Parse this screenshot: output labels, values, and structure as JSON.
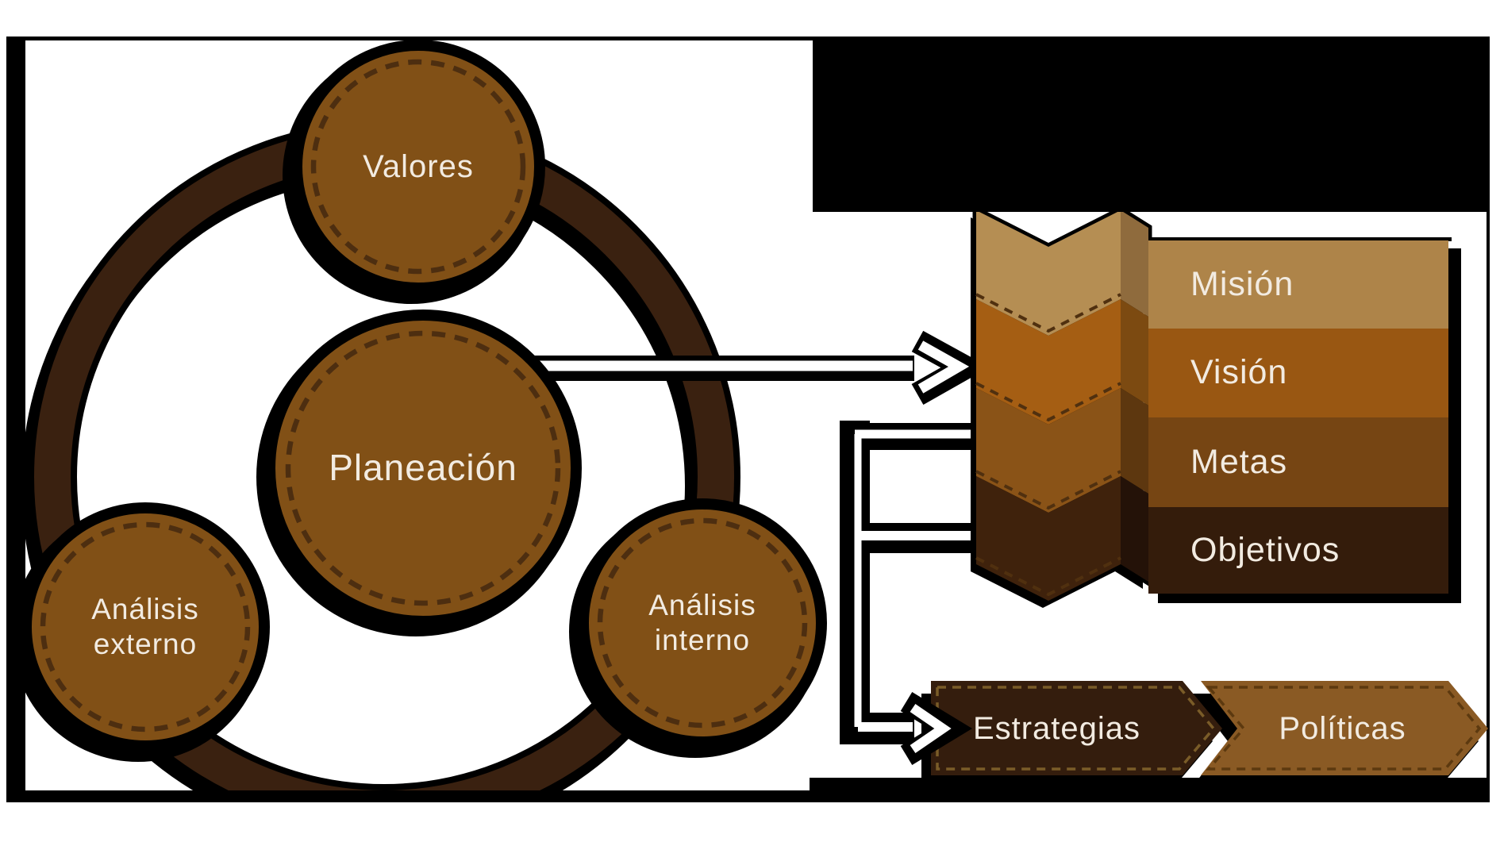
{
  "cycle": {
    "center": {
      "label": "Planeación"
    },
    "top": {
      "label": "Valores"
    },
    "bottom_left": {
      "label": "Análisis externo"
    },
    "bottom_right": {
      "label": "Análisis interno"
    }
  },
  "pillars": [
    {
      "label": "Misión",
      "band_color": "#b58e53",
      "panel_color": "#ae8449",
      "fold_color": "#8f6b3d"
    },
    {
      "label": "Visión",
      "band_color": "#a55e13",
      "panel_color": "#995712",
      "fold_color": "#7c4a11"
    },
    {
      "label": "Metas",
      "band_color": "#8a5317",
      "panel_color": "#764513",
      "fold_color": "#5d370f"
    },
    {
      "label": "Objetivos",
      "band_color": "#3f220c",
      "panel_color": "#341c0b",
      "fold_color": "#241208"
    }
  ],
  "flow": [
    {
      "label": "Estrategias",
      "color": "#341d0d",
      "dash_color": "#7a5c28"
    },
    {
      "label": "Políticas",
      "color": "#8a5a24",
      "dash_color": "#5c390f"
    }
  ],
  "colors": {
    "background": "#ffffff",
    "frame": "#000000",
    "block": "#000000",
    "ring": "#3a2110",
    "node_fill": "#815016",
    "node_dash": "#4d2e10",
    "separator_dash": "#50300f",
    "connector": "#ffffff",
    "connector_outline": "#000000",
    "text": "#f2ebe1"
  }
}
